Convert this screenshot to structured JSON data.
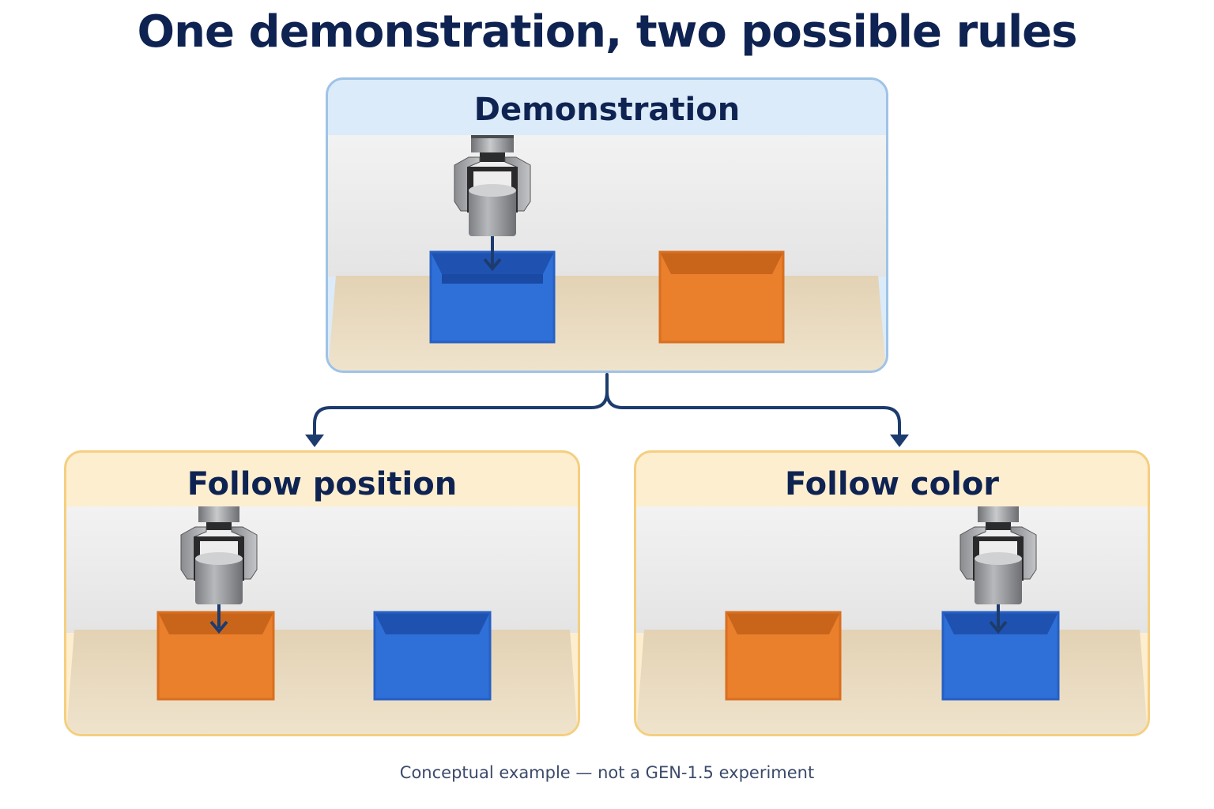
{
  "title": "One demonstration, two possible rules",
  "panels": {
    "demonstration": {
      "label": "Demonstration"
    },
    "follow_position": {
      "label": "Follow position"
    },
    "follow_color": {
      "label": "Follow color"
    }
  },
  "caption": "Conceptual example — not a GEN-1.5 experiment",
  "colors": {
    "blue_box": "#2f6fd8",
    "orange_box": "#ea7f2c",
    "navy": "#0f2352",
    "arrow": "#1d3c6e"
  }
}
